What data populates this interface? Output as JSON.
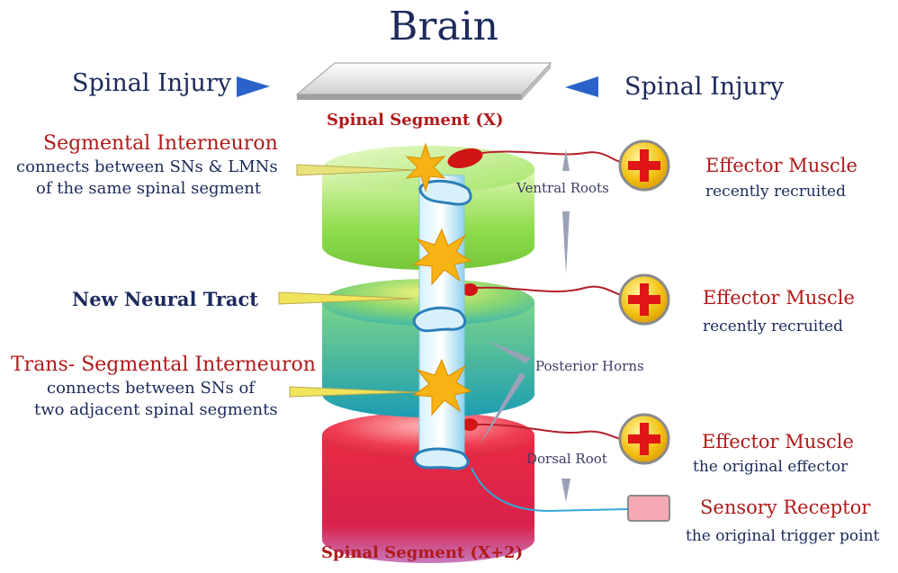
{
  "title": "Brain",
  "injury": {
    "left": "Spinal Injury",
    "right": "Spinal Injury"
  },
  "segments": {
    "top": "Spinal Segment (X)",
    "bottom": "Spinal Segment (X+2)"
  },
  "left_labels": {
    "segmental": {
      "title": "Segmental Interneuron",
      "line1": "connects between SNs & LMNs",
      "line2": "of the same spinal segment"
    },
    "tract": "New Neural Tract",
    "trans": {
      "title": "Trans- Segmental Interneuron",
      "line1": "connects between SNs of",
      "line2": "two adjacent spinal segments"
    }
  },
  "center_labels": {
    "ventral": "Ventral Roots",
    "posterior": "Posterior Horns",
    "dorsal": "Dorsal Root"
  },
  "effectors": [
    {
      "title": "Effector Muscle",
      "sub": "recently recruited"
    },
    {
      "title": "Effector Muscle",
      "sub": "recently recruited"
    },
    {
      "title": "Effector Muscle",
      "sub": "the original effector"
    }
  ],
  "receptor": {
    "title": "Sensory Receptor",
    "sub": "the original trigger point"
  },
  "colors": {
    "navy": "#1c2a5c",
    "red": "#b01a1a",
    "green": "#9be05a",
    "teal": "#4fc2b6",
    "segment_red": "#e8324a",
    "tract": "#bfe8f7"
  }
}
